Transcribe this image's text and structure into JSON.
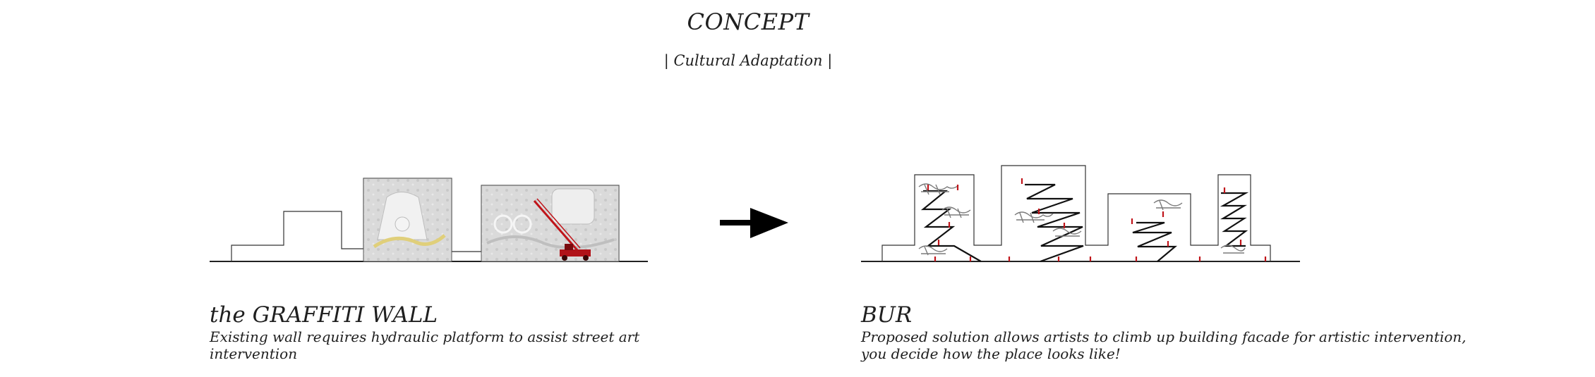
{
  "header": {
    "title": "CONCEPT",
    "subtitle": "| Cultural Adaptation |"
  },
  "left": {
    "title": "the GRAFFITI WALL",
    "description": "Existing wall requires hydraulic platform to assist street art intervention"
  },
  "right": {
    "title": "BUR",
    "description": "Proposed solution allows artists to climb up building facade for artistic intervention, you decide how the place looks like!"
  },
  "colors": {
    "line": "#2a2a2a",
    "accent": "#c0141a",
    "mural": "#d9d9d9"
  }
}
